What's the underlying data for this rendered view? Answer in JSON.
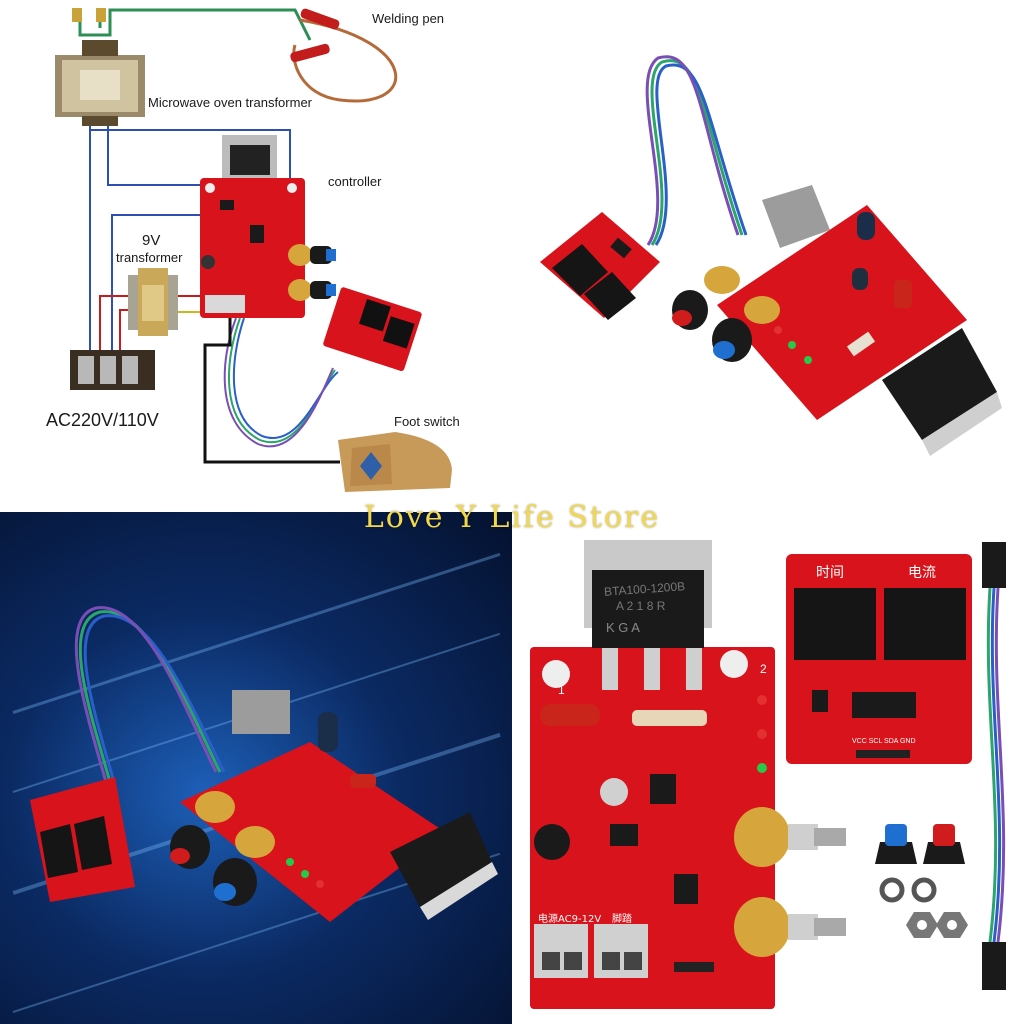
{
  "diagram": {
    "welding_pen": "Welding pen",
    "mot": "Microwave oven transformer",
    "controller": "controller",
    "transformer_9v": "9V",
    "transformer_word": "transformer",
    "mains": "AC220V/110V",
    "foot_switch": "Foot switch"
  },
  "watermark": "Love Y Life Store",
  "board": {
    "triac_line1": "BTA100-1200B",
    "triac_line2": "A 2 1 8 R",
    "triac_pins": "K   G   A",
    "power_label": "电源AC9-12V",
    "foot_label": "脚踏",
    "num1": "1",
    "num2": "2"
  },
  "display_module": {
    "time_label": "时间",
    "current_label": "电流",
    "pins": "VCC SCL SDA GND"
  },
  "colors": {
    "pcb_red": "#d8131b",
    "knob_blue": "#1f6fd1",
    "knob_red": "#d01c1c",
    "wire_green": "#2aa56b",
    "wire_blue": "#2a5fc9",
    "wire_purple": "#7a4fb5"
  }
}
